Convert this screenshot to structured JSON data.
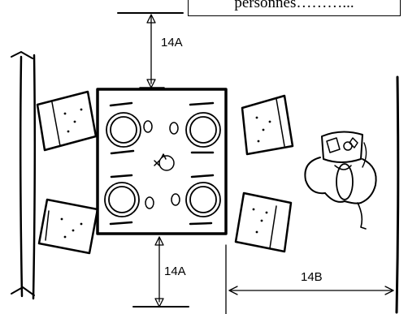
{
  "caption": "personnes………...",
  "dimensions": {
    "top_gap": "14A",
    "bottom_gap": "14A",
    "side_gap": "14B"
  },
  "colors": {
    "ink": "#000000",
    "paper": "#ffffff"
  }
}
